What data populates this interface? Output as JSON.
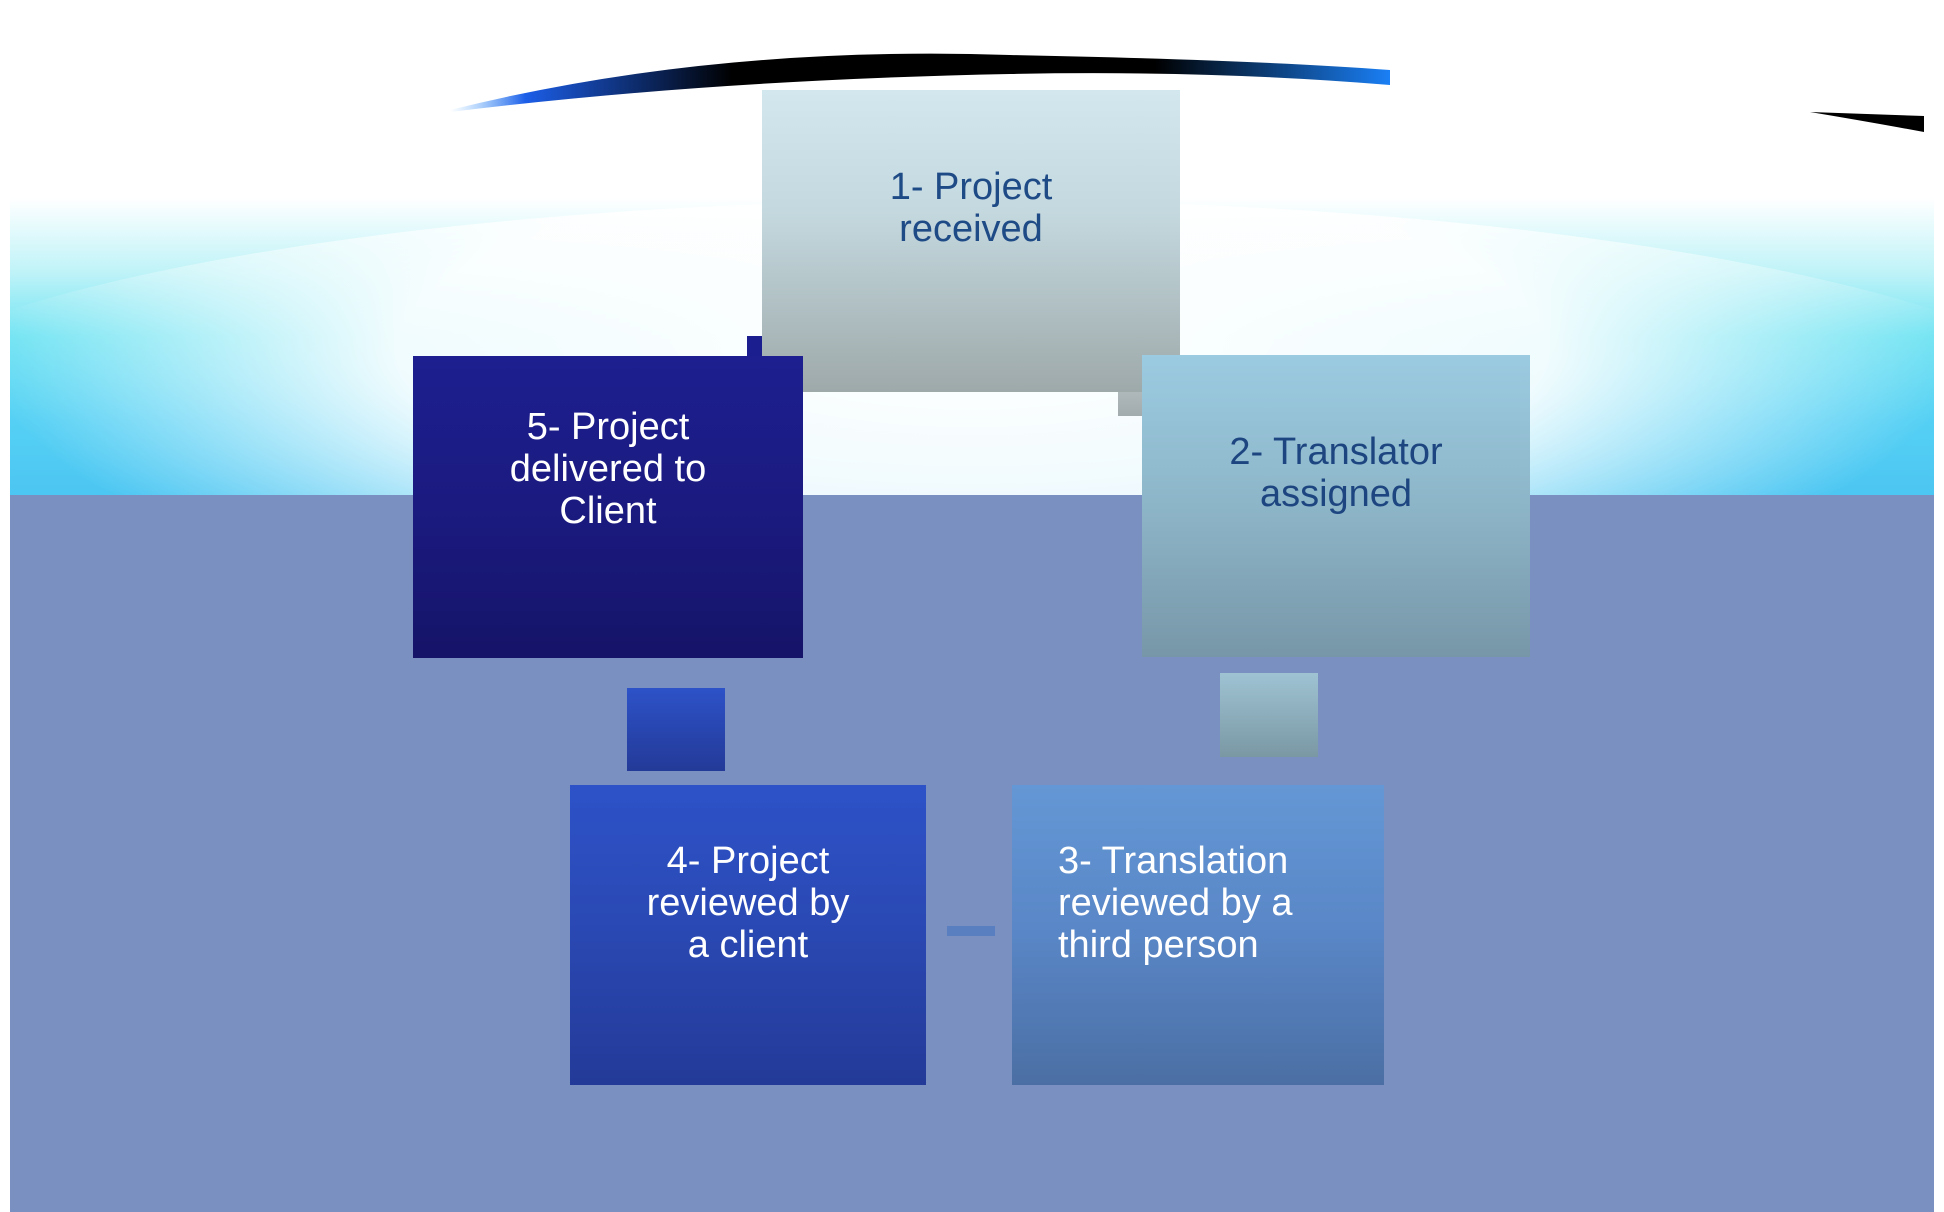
{
  "diagram": {
    "type": "cycle",
    "steps": [
      {
        "id": "step1",
        "label": "1- Project\nreceived"
      },
      {
        "id": "step2",
        "label": "2- Translator\nassigned"
      },
      {
        "id": "step3",
        "label": "3- Translation\nreviewed by a\nthird person"
      },
      {
        "id": "step4",
        "label": "4- Project\nreviewed by\na client"
      },
      {
        "id": "step5",
        "label": "5- Project\ndelivered to\nClient"
      }
    ],
    "connections": [
      {
        "from": "step1",
        "to": "step2"
      },
      {
        "from": "step2",
        "to": "step3"
      },
      {
        "from": "step3",
        "to": "step4"
      },
      {
        "from": "step4",
        "to": "step5"
      },
      {
        "from": "step5",
        "to": "step1"
      }
    ]
  },
  "colors": {
    "sky_white": "#ffffff",
    "sky_cyan": "#55d0f4",
    "sea": "#7990c0",
    "step1_fill": "#c4d9df",
    "step2_fill": "#8db5c8",
    "step3_fill": "#5986c6",
    "step4_fill": "#2a48b2",
    "step5_fill": "#1b1a80",
    "dark_text": "#1e4a86",
    "light_text": "#ffffff"
  }
}
